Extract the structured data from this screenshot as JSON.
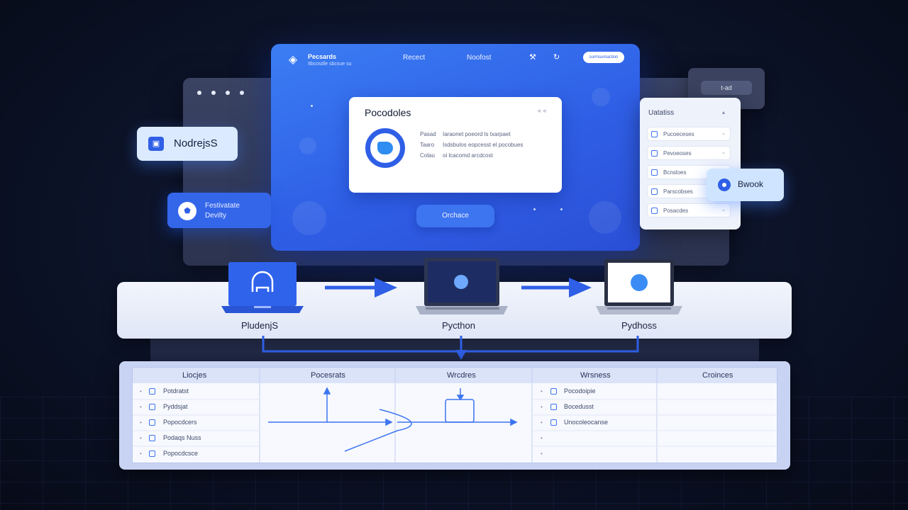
{
  "colors": {
    "accent": "#2f5fe6",
    "accent_light": "#3b7df3",
    "panel_dark": "#2b3350",
    "surface": "#f7f9fe"
  },
  "main_window": {
    "brand": "Pecsards",
    "brand_sub": "Itbcosdle sbcsue su",
    "nav": [
      "Recect",
      "Noofost"
    ],
    "nav_button": "surmsumaction",
    "dialog": {
      "title": "Pocodoles",
      "close": "« «",
      "rows": [
        {
          "label": "Pasad",
          "value": "Iaraonet poeord ls txarpaet"
        },
        {
          "label": "Taaro",
          "value": "Isdsbulos eopcesst el pocobues"
        },
        {
          "label": "Colau",
          "value": "oi lcacomd arcdcost"
        }
      ]
    },
    "primary_button": "Orchace"
  },
  "mini_card": {
    "label": "t-ad"
  },
  "chips": {
    "node": "NodrejsS",
    "dev_line1": "Festivatate",
    "dev_line2": "Devilty",
    "brook": "Bwook"
  },
  "list_panel": {
    "title": "Uatatiss",
    "items": [
      "Pucoeceses",
      "Pevoeoses",
      "Bcnsloes",
      "Parscobses",
      "Posacdes"
    ]
  },
  "devices": [
    "PludenjS",
    "Pycthon",
    "Pydhoss"
  ],
  "table": {
    "headers": [
      "Liocjes",
      "Pocesrats",
      "Wrcdres",
      "Wrsness",
      "Croinces"
    ],
    "col1": [
      "Potdratst",
      "Pyddsjat",
      "Popocdcers",
      "Podaqs Nuss",
      "Popocdcsce"
    ],
    "col4": [
      "Pocodoipie",
      "Bocedusst",
      "Unocoleocanse"
    ]
  }
}
